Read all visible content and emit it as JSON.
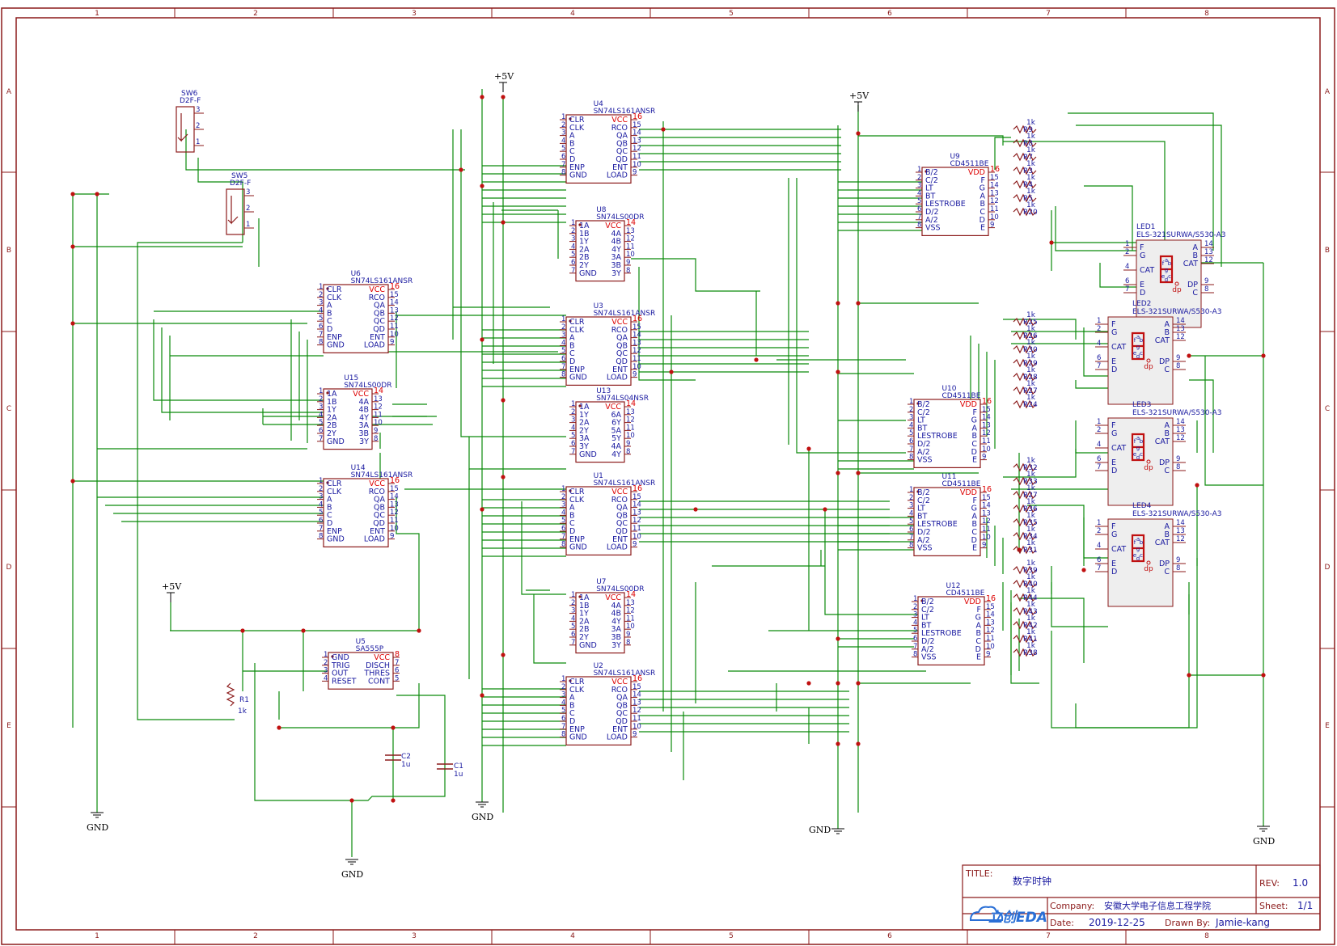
{
  "zones_top": [
    "1",
    "2",
    "3",
    "4",
    "5",
    "6",
    "7",
    "8"
  ],
  "zones_side": [
    "A",
    "B",
    "C",
    "D",
    "E"
  ],
  "power": {
    "vcc": "+5V",
    "gnd": "GND"
  },
  "chips": [
    {
      "ref": "U4",
      "part": "SN74LS161ANSR",
      "left": [
        "CLR",
        "CLK",
        "A",
        "B",
        "C",
        "D",
        "ENP",
        "GND"
      ],
      "right": [
        "VCC",
        "RCO",
        "QA",
        "QB",
        "QC",
        "QD",
        "ENT",
        "LOAD"
      ],
      "lnum": [
        "1",
        "2",
        "3",
        "4",
        "5",
        "6",
        "7",
        "8"
      ],
      "rnum": [
        "16",
        "15",
        "14",
        "13",
        "12",
        "11",
        "10",
        "9"
      ]
    },
    {
      "ref": "U8",
      "part": "SN74LS00DR",
      "left": [
        "1A",
        "1B",
        "1Y",
        "2A",
        "2B",
        "2Y",
        "GND"
      ],
      "right": [
        "VCC",
        "4A",
        "4B",
        "4Y",
        "3A",
        "3B",
        "3Y"
      ],
      "lnum": [
        "1",
        "2",
        "3",
        "4",
        "5",
        "6",
        "7"
      ],
      "rnum": [
        "14",
        "13",
        "12",
        "11",
        "10",
        "9",
        "8"
      ]
    },
    {
      "ref": "U3",
      "part": "SN74LS161ANSR",
      "left": [
        "CLR",
        "CLK",
        "A",
        "B",
        "C",
        "D",
        "ENP",
        "GND"
      ],
      "right": [
        "VCC",
        "RCO",
        "QA",
        "QB",
        "QC",
        "QD",
        "ENT",
        "LOAD"
      ],
      "lnum": [
        "1",
        "2",
        "3",
        "4",
        "5",
        "6",
        "7",
        "8"
      ],
      "rnum": [
        "16",
        "15",
        "14",
        "13",
        "12",
        "11",
        "10",
        "9"
      ]
    },
    {
      "ref": "U13",
      "part": "SN74LS04NSR",
      "left": [
        "1A",
        "1Y",
        "2A",
        "2Y",
        "3A",
        "3Y",
        "GND"
      ],
      "right": [
        "VCC",
        "6A",
        "6Y",
        "5A",
        "5Y",
        "4A",
        "4Y"
      ],
      "lnum": [
        "1",
        "2",
        "3",
        "4",
        "5",
        "6",
        "7"
      ],
      "rnum": [
        "14",
        "13",
        "12",
        "11",
        "10",
        "9",
        "8"
      ]
    },
    {
      "ref": "U1",
      "part": "SN74LS161ANSR",
      "left": [
        "CLR",
        "CLK",
        "A",
        "B",
        "C",
        "D",
        "ENP",
        "GND"
      ],
      "right": [
        "VCC",
        "RCO",
        "QA",
        "QB",
        "QC",
        "QD",
        "ENT",
        "LOAD"
      ],
      "lnum": [
        "1",
        "2",
        "3",
        "4",
        "5",
        "6",
        "7",
        "8"
      ],
      "rnum": [
        "16",
        "15",
        "14",
        "13",
        "12",
        "11",
        "10",
        "9"
      ]
    },
    {
      "ref": "U7",
      "part": "SN74LS00DR",
      "left": [
        "1A",
        "1B",
        "1Y",
        "2A",
        "2B",
        "2Y",
        "GND"
      ],
      "right": [
        "VCC",
        "4A",
        "4B",
        "4Y",
        "3A",
        "3B",
        "3Y"
      ],
      "lnum": [
        "1",
        "2",
        "3",
        "4",
        "5",
        "6",
        "7"
      ],
      "rnum": [
        "14",
        "13",
        "12",
        "11",
        "10",
        "9",
        "8"
      ]
    },
    {
      "ref": "U2",
      "part": "SN74LS161ANSR",
      "left": [
        "CLR",
        "CLK",
        "A",
        "B",
        "C",
        "D",
        "ENP",
        "GND"
      ],
      "right": [
        "VCC",
        "RCO",
        "QA",
        "QB",
        "QC",
        "QD",
        "ENT",
        "LOAD"
      ],
      "lnum": [
        "1",
        "2",
        "3",
        "4",
        "5",
        "6",
        "7",
        "8"
      ],
      "rnum": [
        "16",
        "15",
        "14",
        "13",
        "12",
        "11",
        "10",
        "9"
      ]
    },
    {
      "ref": "U6",
      "part": "SN74LS161ANSR",
      "left": [
        "CLR",
        "CLK",
        "A",
        "B",
        "C",
        "D",
        "ENP",
        "GND"
      ],
      "right": [
        "VCC",
        "RCO",
        "QA",
        "QB",
        "QC",
        "QD",
        "ENT",
        "LOAD"
      ],
      "lnum": [
        "1",
        "2",
        "3",
        "4",
        "5",
        "6",
        "7",
        "8"
      ],
      "rnum": [
        "16",
        "15",
        "14",
        "13",
        "12",
        "11",
        "10",
        "9"
      ]
    },
    {
      "ref": "U15",
      "part": "SN74LS00DR",
      "left": [
        "1A",
        "1B",
        "1Y",
        "2A",
        "2B",
        "2Y",
        "GND"
      ],
      "right": [
        "VCC",
        "4A",
        "4B",
        "4Y",
        "3A",
        "3B",
        "3Y"
      ],
      "lnum": [
        "1",
        "2",
        "3",
        "4",
        "5",
        "6",
        "7"
      ],
      "rnum": [
        "14",
        "13",
        "12",
        "11",
        "10",
        "9",
        "8"
      ]
    },
    {
      "ref": "U14",
      "part": "SN74LS161ANSR",
      "left": [
        "CLR",
        "CLK",
        "A",
        "B",
        "C",
        "D",
        "ENP",
        "GND"
      ],
      "right": [
        "VCC",
        "RCO",
        "QA",
        "QB",
        "QC",
        "QD",
        "ENT",
        "LOAD"
      ],
      "lnum": [
        "1",
        "2",
        "3",
        "4",
        "5",
        "6",
        "7",
        "8"
      ],
      "rnum": [
        "16",
        "15",
        "14",
        "13",
        "12",
        "11",
        "10",
        "9"
      ]
    },
    {
      "ref": "U5",
      "part": "SA555P",
      "left": [
        "GND",
        "TRIG",
        "OUT",
        "RESET"
      ],
      "right": [
        "VCC",
        "DISCH",
        "THRES",
        "CONT"
      ],
      "lnum": [
        "1",
        "2",
        "3",
        "4"
      ],
      "rnum": [
        "8",
        "7",
        "6",
        "5"
      ]
    },
    {
      "ref": "U9",
      "part": "CD4511BE",
      "left": [
        "B/2",
        "C/2",
        "LT",
        "BT",
        "LESTROBE",
        "D/2",
        "A/2",
        "VSS"
      ],
      "right": [
        "VDD",
        "F",
        "G",
        "A",
        "B",
        "C",
        "D",
        "E"
      ],
      "lnum": [
        "1",
        "2",
        "3",
        "4",
        "5",
        "6",
        "7",
        "8"
      ],
      "rnum": [
        "16",
        "15",
        "14",
        "13",
        "12",
        "11",
        "10",
        "9"
      ]
    },
    {
      "ref": "U10",
      "part": "CD4511BE",
      "left": [
        "B/2",
        "C/2",
        "LT",
        "BT",
        "LESTROBE",
        "D/2",
        "A/2",
        "VSS"
      ],
      "right": [
        "VDD",
        "F",
        "G",
        "A",
        "B",
        "C",
        "D",
        "E"
      ],
      "lnum": [
        "1",
        "2",
        "3",
        "4",
        "5",
        "6",
        "7",
        "8"
      ],
      "rnum": [
        "16",
        "15",
        "14",
        "13",
        "12",
        "11",
        "10",
        "9"
      ]
    },
    {
      "ref": "U11",
      "part": "CD4511BE",
      "left": [
        "B/2",
        "C/2",
        "LT",
        "BT",
        "LESTROBE",
        "D/2",
        "A/2",
        "VSS"
      ],
      "right": [
        "VDD",
        "F",
        "G",
        "A",
        "B",
        "C",
        "D",
        "E"
      ],
      "lnum": [
        "1",
        "2",
        "3",
        "4",
        "5",
        "6",
        "7",
        "8"
      ],
      "rnum": [
        "16",
        "15",
        "14",
        "13",
        "12",
        "11",
        "10",
        "9"
      ]
    },
    {
      "ref": "U12",
      "part": "CD4511BE",
      "left": [
        "B/2",
        "C/2",
        "LT",
        "BT",
        "LESTROBE",
        "D/2",
        "A/2",
        "VSS"
      ],
      "right": [
        "VDD",
        "F",
        "G",
        "A",
        "B",
        "C",
        "D",
        "E"
      ],
      "lnum": [
        "1",
        "2",
        "3",
        "4",
        "5",
        "6",
        "7",
        "8"
      ],
      "rnum": [
        "16",
        "15",
        "14",
        "13",
        "12",
        "11",
        "10",
        "9"
      ]
    }
  ],
  "leds": [
    {
      "ref": "LED1",
      "part": "ELS-321SURWA/S530-A3"
    },
    {
      "ref": "LED2",
      "part": "ELS-321SURWA/S530-A3"
    },
    {
      "ref": "LED3",
      "part": "ELS-321SURWA/S530-A3"
    },
    {
      "ref": "LED4",
      "part": "ELS-321SURWA/S530-A3"
    }
  ],
  "led_pins": {
    "left": [
      "F",
      "G",
      "CAT",
      "E",
      "D"
    ],
    "right": [
      "A",
      "B",
      "CAT",
      "DP",
      "C"
    ],
    "lnum": [
      "1",
      "2",
      "4",
      "6",
      "7"
    ],
    "rnum": [
      "14",
      "13",
      "12",
      "9",
      "8"
    ],
    "dp": "dp",
    "segs": [
      "a",
      "f",
      "b",
      "g",
      "e",
      "c",
      "d"
    ]
  },
  "switches": [
    {
      "ref": "SW6",
      "part": "D2F-F",
      "pins": [
        "3",
        "2",
        "1"
      ]
    },
    {
      "ref": "SW5",
      "part": "D2F-F",
      "pins": [
        "3",
        "2",
        "1"
      ]
    }
  ],
  "resistor_groups": [
    [
      "R9",
      "R8",
      "R7",
      "R3",
      "R4",
      "R5",
      "R20"
    ],
    [
      "R25",
      "R26",
      "R30",
      "R29",
      "R28",
      "R27",
      "R24"
    ],
    [
      "R32",
      "R33",
      "R27",
      "R36",
      "R35",
      "R34",
      "R31"
    ],
    [
      "R39",
      "R40",
      "R44",
      "R43",
      "R42",
      "R41",
      "R38"
    ]
  ],
  "resistor_value": "1k",
  "passives": {
    "r1": {
      "ref": "R1",
      "value": "1k"
    },
    "c1": {
      "ref": "C1",
      "value": "1u"
    },
    "c2": {
      "ref": "C2",
      "value": "1u"
    }
  },
  "title_block": {
    "title_key": "TITLE:",
    "title": "数字时钟",
    "rev_key": "REV:",
    "rev": "1.0",
    "company_key": "Company:",
    "company": "安徽大学电子信息工程学院",
    "sheet_key": "Sheet:",
    "sheet": "1/1",
    "date_key": "Date:",
    "date": "2019-12-25",
    "drawn_key": "Drawn By:",
    "drawn": "Jamie-kang",
    "logo": "立创EDA"
  }
}
